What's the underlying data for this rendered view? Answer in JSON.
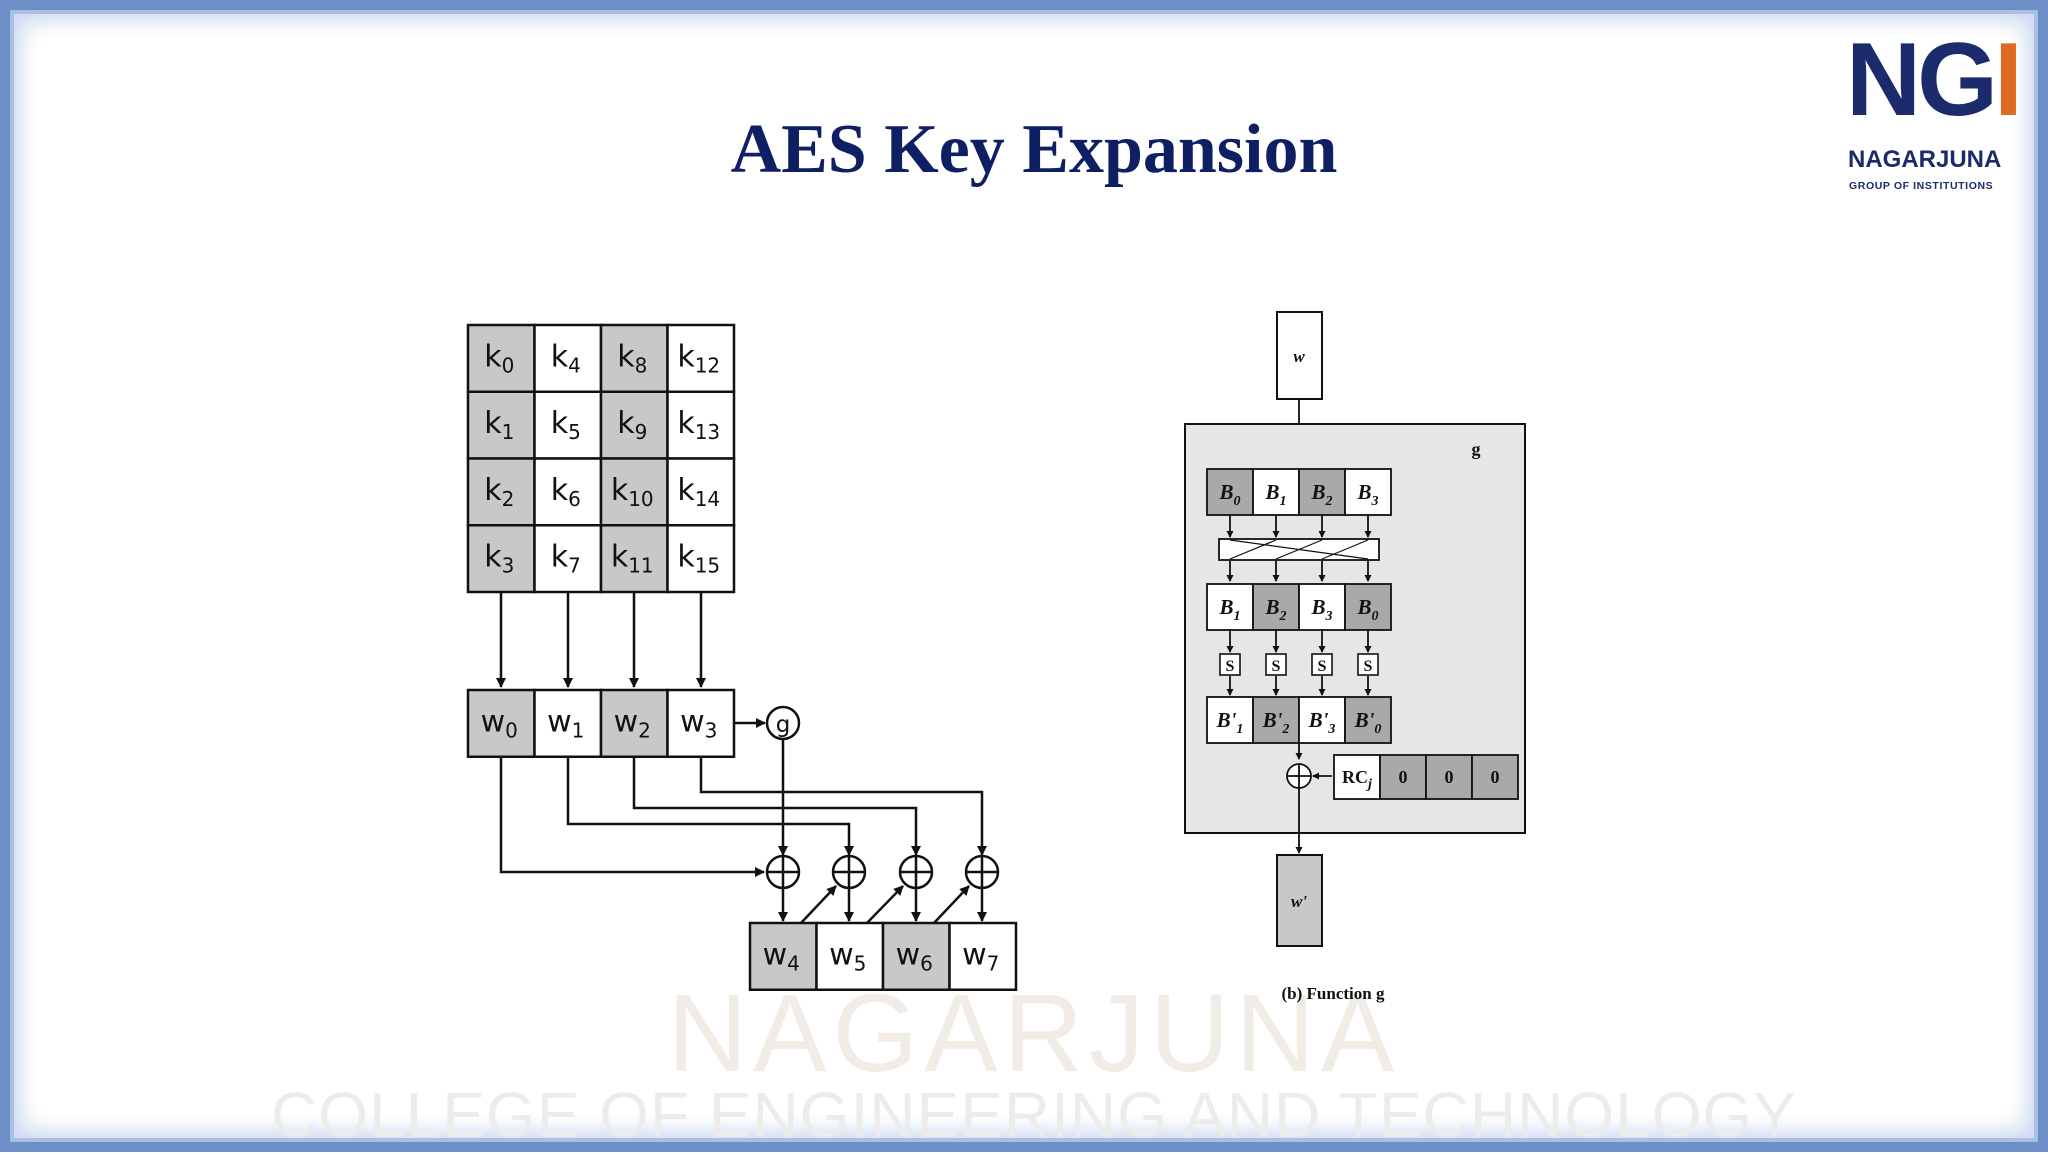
{
  "slide": {
    "title": "AES Key Expansion"
  },
  "logo": {
    "letters_n": "N",
    "letters_g": "G",
    "letters_i": "I",
    "name": "NAGARJUNA",
    "subtitle": "GROUP OF INSTITUTIONS"
  },
  "watermark": {
    "name": "NAGARJUNA",
    "college": "COLLEGE OF ENGINEERING AND TECHNOLOGY"
  },
  "key_matrix": {
    "cells": [
      [
        "k0",
        "k4",
        "k8",
        "k12"
      ],
      [
        "k1",
        "k5",
        "k9",
        "k13"
      ],
      [
        "k2",
        "k6",
        "k10",
        "k14"
      ],
      [
        "k3",
        "k7",
        "k11",
        "k15"
      ]
    ]
  },
  "words_in": [
    "w0",
    "w1",
    "w2",
    "w3"
  ],
  "words_out": [
    "w4",
    "w5",
    "w6",
    "w7"
  ],
  "g_node_label": "g",
  "function_g": {
    "input_label": "w",
    "box_label": "g",
    "row_bytes": [
      "B0",
      "B1",
      "B2",
      "B3"
    ],
    "rotated_bytes": [
      "B1",
      "B2",
      "B3",
      "B0"
    ],
    "sbox_label": "S",
    "substituted_bytes": [
      "B'1",
      "B'2",
      "B'3",
      "B'0"
    ],
    "rcon_label": "RCj",
    "rcon_zeros": [
      "0",
      "0",
      "0"
    ],
    "output_label": "w'",
    "caption": "(b) Function g"
  },
  "colors": {
    "shaded_cell": "#c8c8c8",
    "g_box_fill": "#e6e6e6",
    "title": "#0f1f63",
    "border": "#6c8fc7",
    "logo_blue": "#1c2b6b",
    "logo_orange": "#e06a1f"
  }
}
